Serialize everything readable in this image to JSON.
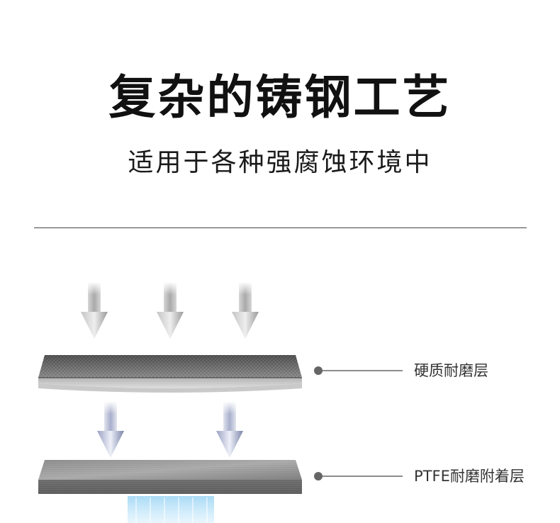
{
  "header": {
    "title": "复杂的铸钢工艺",
    "subtitle": "适用于各种强腐蚀环境中"
  },
  "layers": [
    {
      "label": "硬质耐磨层"
    },
    {
      "label": "PTFE耐磨附着层"
    }
  ],
  "colors": {
    "text": "#111111",
    "pointer": "#666666",
    "arrow_silver": "#b8b8b8",
    "arrow_blue": "#8a93b8",
    "glow_blue": "#9fd6f5"
  },
  "icons": [
    "down-arrow-icon",
    "pointer-dot-icon"
  ]
}
